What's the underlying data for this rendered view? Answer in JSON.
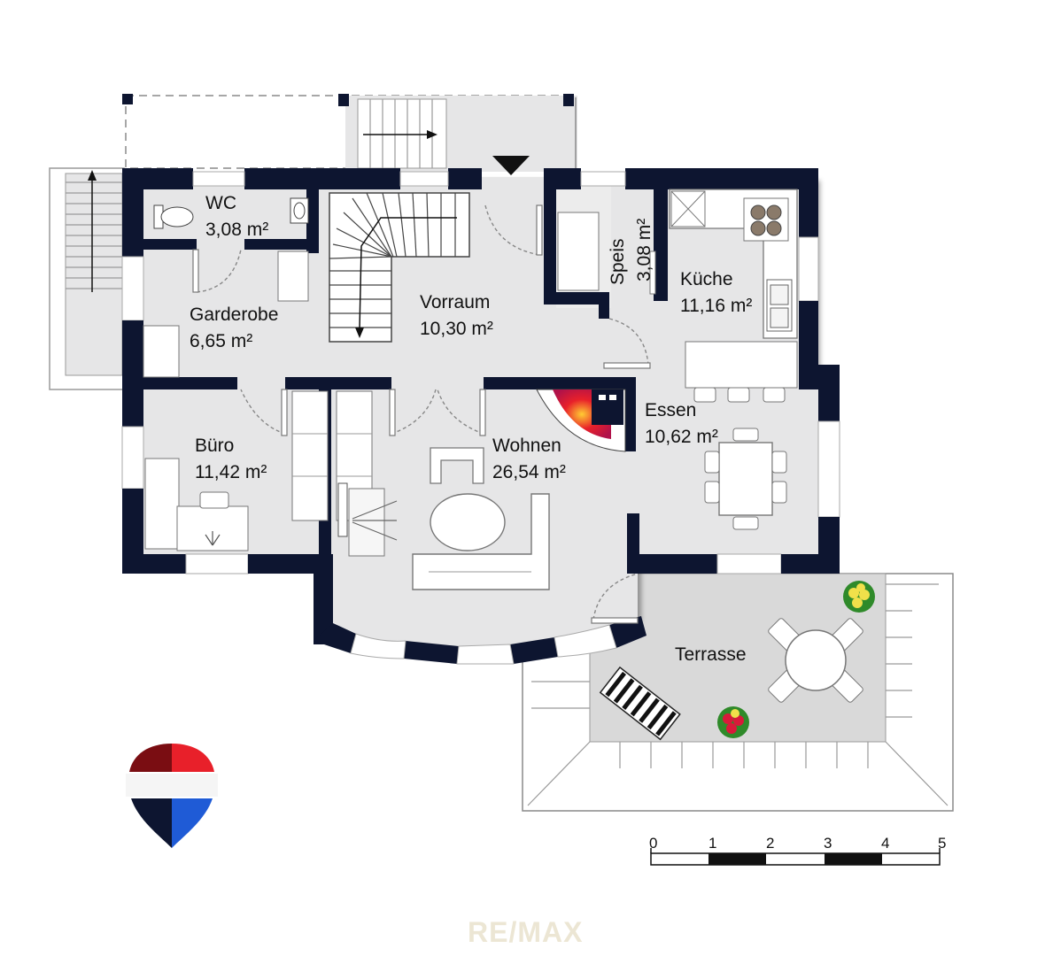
{
  "rooms": {
    "wc": {
      "name": "WC",
      "area": "3,08 m²"
    },
    "speis": {
      "name": "Speis",
      "area": "3,08 m²"
    },
    "kueche": {
      "name": "Küche",
      "area": "11,16 m²"
    },
    "garderobe": {
      "name": "Garderobe",
      "area": "6,65 m²"
    },
    "vorraum": {
      "name": "Vorraum",
      "area": "10,30 m²"
    },
    "buero": {
      "name": "Büro",
      "area": "11,42 m²"
    },
    "wohnen": {
      "name": "Wohnen",
      "area": "26,54 m²"
    },
    "essen": {
      "name": "Essen",
      "area": "10,62 m²"
    },
    "terrasse": {
      "name": "Terrasse",
      "area": ""
    }
  },
  "scale": {
    "ticks": [
      "0",
      "1",
      "2",
      "3",
      "4",
      "5"
    ]
  },
  "watermark": "RE/MAX",
  "colors": {
    "wall": "#0d1530",
    "floor": "#e6e6e7",
    "terrace": "#d9d9d9",
    "fireplace": "#d8193a",
    "logo_red": "#e8202a",
    "logo_blue": "#1f5bd6"
  },
  "icons": [
    "toilet-icon",
    "sink-icon",
    "cooktop-icon",
    "kitchen-sink-icon",
    "fireplace-icon",
    "entrance-arrow-icon",
    "flower-pot-icon",
    "sun-lounger-icon",
    "remax-balloon-logo"
  ]
}
